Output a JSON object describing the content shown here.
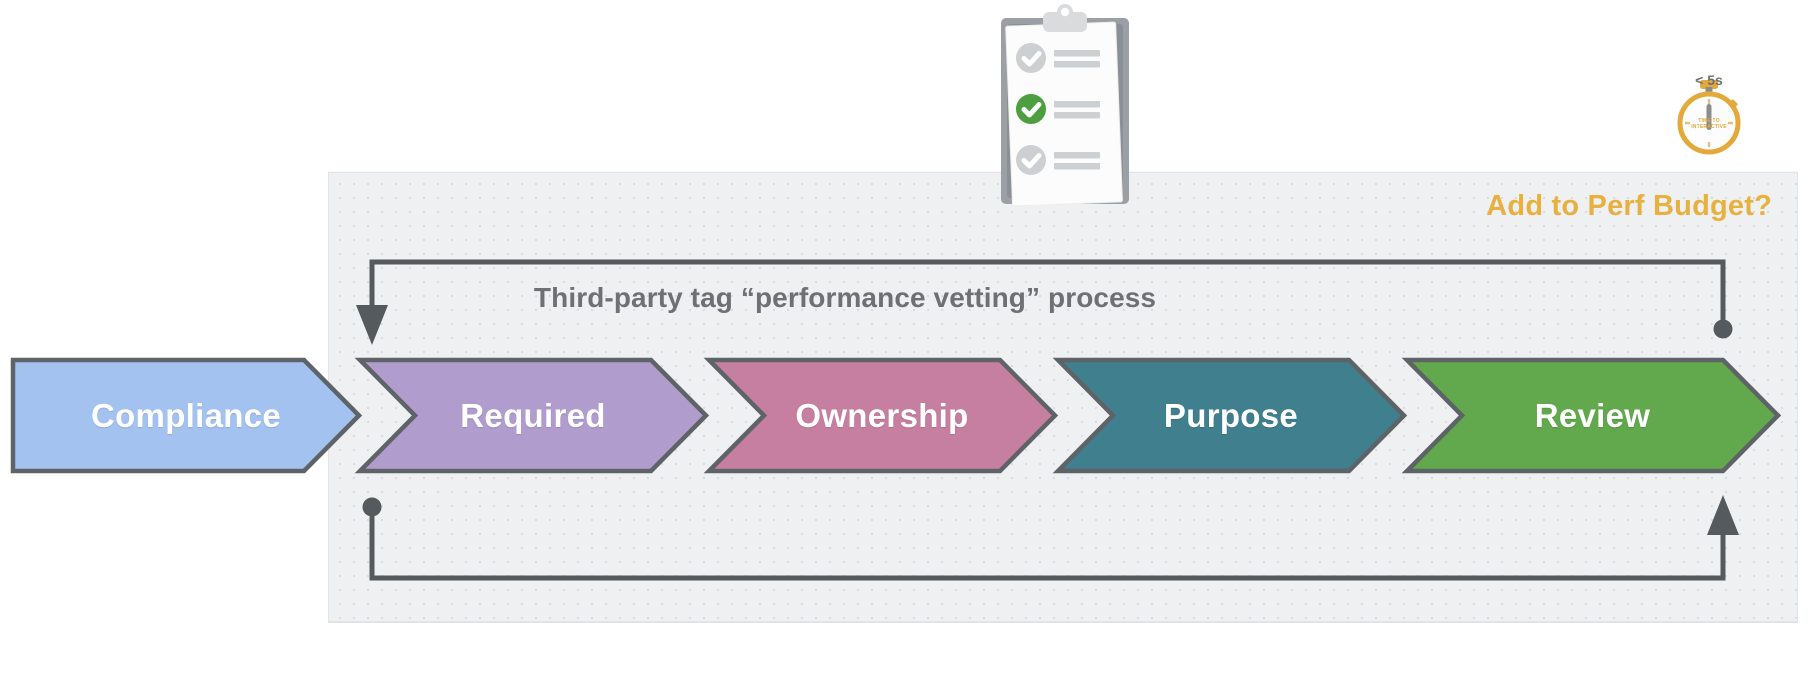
{
  "panel": {
    "background_color": "#eef0f2",
    "border_color": "#e2e4e7"
  },
  "header": {
    "perf_budget_label": "Add to Perf Budget?",
    "perf_budget_color": "#e8b13f",
    "process_title": "Third-party tag “performance vetting” process",
    "process_title_color": "#6d7175"
  },
  "stopwatch": {
    "badge_label": "< 5s",
    "face_line1": "TIME TO",
    "face_line2": "INTERACTIVE",
    "accent_color": "#e3a93a"
  },
  "clipboard": {
    "name": "checklist-clipboard",
    "checked_color": "#4c9e3f",
    "unchecked_color": "#c9cccf",
    "items": [
      {
        "state": "unchecked"
      },
      {
        "state": "checked"
      },
      {
        "state": "unchecked"
      }
    ]
  },
  "stages": [
    {
      "label": "Compliance",
      "fill": "#a3c2f0",
      "stroke": "#5e6368"
    },
    {
      "label": "Required",
      "fill": "#b09ccd",
      "stroke": "#5e6368"
    },
    {
      "label": "Ownership",
      "fill": "#c77fa1",
      "stroke": "#5e6368"
    },
    {
      "label": "Purpose",
      "fill": "#3f7f8e",
      "stroke": "#5e6368"
    },
    {
      "label": "Review",
      "fill": "#62a84c",
      "stroke": "#5e6368"
    }
  ],
  "connectors": [
    {
      "name": "feedback-loop-top",
      "description": "from Review back to Compliance",
      "start_marker": "dot",
      "end_marker": "arrow-down",
      "color": "#555a5e"
    },
    {
      "name": "feedback-loop-bottom",
      "description": "from Compliance forward to Review",
      "start_marker": "dot",
      "end_marker": "arrow-up",
      "color": "#555a5e"
    }
  ]
}
